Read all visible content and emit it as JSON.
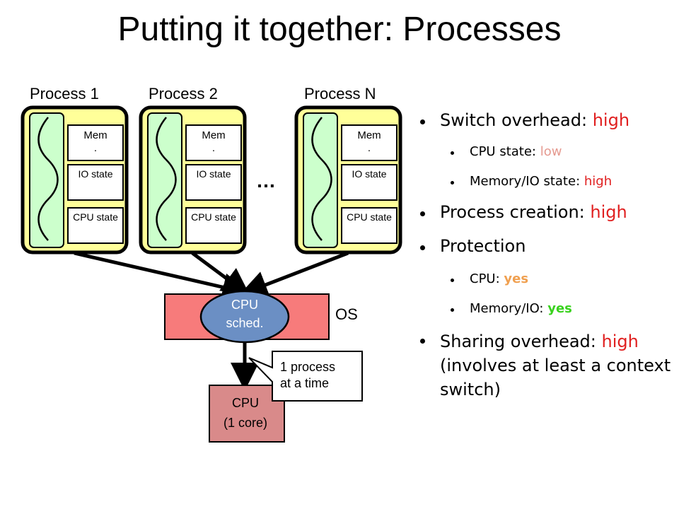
{
  "title": "Putting it together: Processes",
  "processes": [
    {
      "label": "Process 1",
      "mem": "Mem",
      "mem_dot": ".",
      "io": "IO state",
      "cpu": "CPU state"
    },
    {
      "label": "Process 2",
      "mem": "Mem",
      "mem_dot": ".",
      "io": "IO state",
      "cpu": "CPU state"
    },
    {
      "label": "Process N",
      "mem": "Mem",
      "mem_dot": ".",
      "io": "IO state",
      "cpu": "CPU state"
    }
  ],
  "ellipsis": "…",
  "os_label": "OS",
  "scheduler": {
    "line1": "CPU",
    "line2": "sched."
  },
  "cpu": {
    "line1": "CPU",
    "line2": "(1 core)"
  },
  "callout": {
    "line1": "1 process",
    "line2": "at a time"
  },
  "bullets": {
    "switch": {
      "label": "Switch overhead: ",
      "value": "high"
    },
    "cpu_state": {
      "label": "CPU state: ",
      "value": "low"
    },
    "mem_state": {
      "label": "Memory/IO state: ",
      "value": "high"
    },
    "creation": {
      "label": "Process creation: ",
      "value": "high"
    },
    "protection": {
      "label": "Protection"
    },
    "prot_cpu": {
      "label": "CPU: ",
      "value": "yes"
    },
    "prot_mem": {
      "label": "Memory/IO: ",
      "value": "yes"
    },
    "sharing": {
      "label": "Sharing overhead: ",
      "value": "high",
      "rest": "(involves at least a context switch)"
    }
  },
  "colors": {
    "process_fill": "#ffff99",
    "thread_fill": "#ccffcc",
    "os_fill": "#f77b7b",
    "sched_fill": "#6b8fc4",
    "cpu_fill": "#d98a8a",
    "high": "#e02020",
    "low": "#e59a90",
    "yes_cpu": "#f0a050",
    "yes_mem": "#3ad21f"
  }
}
